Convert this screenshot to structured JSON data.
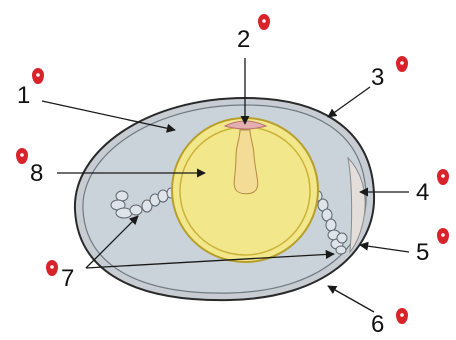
{
  "diagram": {
    "labels": {
      "l1": "1",
      "l2": "2",
      "l3": "3",
      "l4": "4",
      "l5": "5",
      "l6": "6",
      "l7": "7",
      "l8": "8"
    },
    "icons": {
      "pin": "map-pin-icon"
    },
    "colors": {
      "shell": "#c7cdd2",
      "shell_outline": "#2a2a2a",
      "albumen": "#c9d3d9",
      "yolk": "#f2e78b",
      "yolk_ring": "#cbb33a",
      "germinal_disc": "#e3aeb0",
      "air_cell": "#e3ded9",
      "chalaza": "#dfe4ea",
      "pin": "#d8232a"
    }
  }
}
